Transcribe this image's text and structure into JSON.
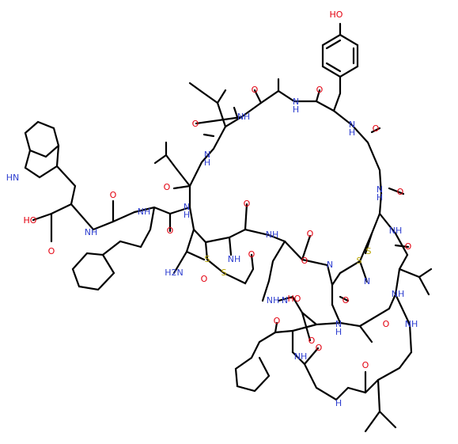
{
  "colors": {
    "bond": "#000000",
    "N": "#2f3fd0",
    "O": "#e3000f",
    "S": "#b8a400",
    "background": "#ffffff"
  },
  "labels": {
    "l1": "HO",
    "l2": "O",
    "l3": "O",
    "l4": "O",
    "l5": "N",
    "l6": "H",
    "l7": "N",
    "l8": "H",
    "l9": "N",
    "l10": "H",
    "l11": "HN",
    "l12": "O",
    "l13": "O",
    "l14": "HO",
    "l15": "O",
    "l16": "N",
    "l17": "H",
    "l18": "N",
    "l19": "H",
    "l20": "NH",
    "l21": "O",
    "l22": "O",
    "l23": "O",
    "l24": "NH",
    "l25": "N",
    "l26": "H",
    "l27": "S",
    "l28": "S",
    "l29": "H2N",
    "l30": "O",
    "l31": "S",
    "l32": "S",
    "l33": "NH",
    "l34": "O",
    "l35": "NH",
    "l36": "O",
    "l37": "O",
    "l38": "N",
    "l39": "O",
    "l40": "NH",
    "l41": "O",
    "l42": "N",
    "l43": "NH",
    "l44": "HO",
    "l45": "O",
    "l46": "N",
    "l47": "O",
    "l48": "O",
    "l49": "NH",
    "l50": "NH",
    "l51": "O",
    "l52": "NH",
    "l53": "O",
    "l54": "N",
    "l55": "H",
    "l56": "O",
    "l57": "H"
  }
}
